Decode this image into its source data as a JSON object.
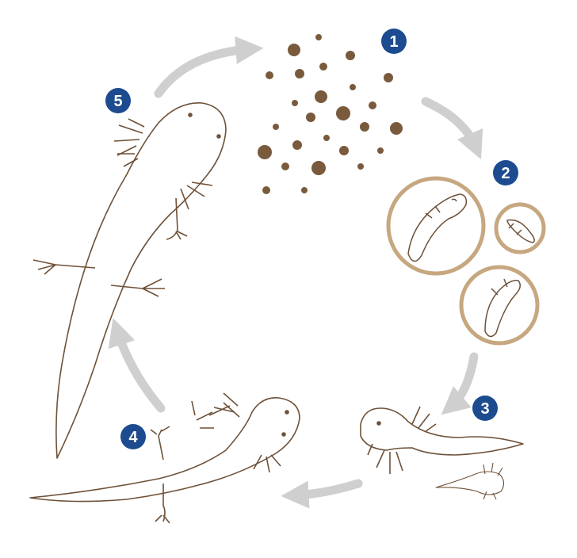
{
  "colors": {
    "background": "#ffffff",
    "badge_fill": "#1d4b8f",
    "badge_text": "#ffffff",
    "arrow": "#cfcfcf",
    "outline": "#6e5138",
    "egg_fill": "#7a5a3c",
    "egg_ring": "#c6a77f"
  },
  "stages": [
    {
      "number": "1",
      "subject": "eggs"
    },
    {
      "number": "2",
      "subject": "embryos-in-eggs"
    },
    {
      "number": "3",
      "subject": "hatchling-larvae"
    },
    {
      "number": "4",
      "subject": "juvenile-axolotl"
    },
    {
      "number": "5",
      "subject": "adult-axolotl"
    }
  ]
}
